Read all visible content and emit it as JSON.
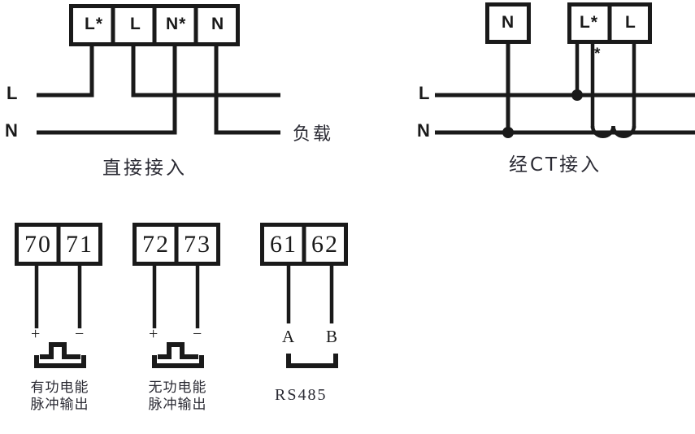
{
  "figure": {
    "title_present": false,
    "background_color": "#ffffff",
    "line_color": "#1a1a1a",
    "text_color": "#2a2a33"
  },
  "direct_connection": {
    "caption": "直接接入",
    "load_label": "负载",
    "rail_labels": {
      "line": "L",
      "neutral": "N"
    },
    "terminals": [
      {
        "label": "L*"
      },
      {
        "label": "L"
      },
      {
        "label": "N*"
      },
      {
        "label": "N"
      }
    ]
  },
  "ct_connection": {
    "caption": "经CT接入",
    "rail_labels": {
      "line": "L",
      "neutral": "N"
    },
    "terminals_left": [
      {
        "label": "N"
      }
    ],
    "terminals_right": [
      {
        "label": "L*"
      },
      {
        "label": "L"
      }
    ],
    "ct_polarity_mark": "*"
  },
  "active_pulse": {
    "terminals": [
      {
        "label": "70"
      },
      {
        "label": "71"
      }
    ],
    "polarity": {
      "positive": "+",
      "negative": "−"
    },
    "caption_line1": "有功电能",
    "caption_line2": "脉冲输出"
  },
  "reactive_pulse": {
    "terminals": [
      {
        "label": "72"
      },
      {
        "label": "73"
      }
    ],
    "polarity": {
      "positive": "+",
      "negative": "−"
    },
    "caption_line1": "无功电能",
    "caption_line2": "脉冲输出"
  },
  "rs485": {
    "terminals": [
      {
        "label": "61"
      },
      {
        "label": "62"
      }
    ],
    "pins": {
      "a": "A",
      "b": "B"
    },
    "caption": "RS485"
  }
}
